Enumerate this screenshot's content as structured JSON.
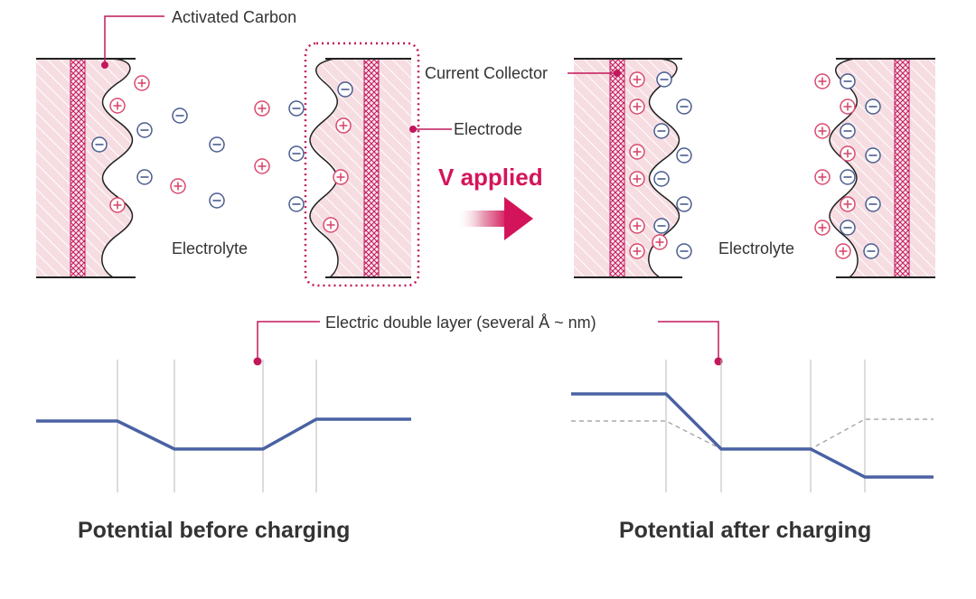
{
  "labels": {
    "activated_carbon": "Activated Carbon",
    "current_collector": "Current Collector",
    "electrode": "Electrode",
    "v_applied": "V applied",
    "electrolyte": "Electrolyte",
    "double_layer": "Electric double layer (several Å ~ nm)",
    "before_title": "Potential before charging",
    "after_title": "Potential after charging"
  },
  "ion_symbols": {
    "positive": "+",
    "negative": "−"
  },
  "colors": {
    "electrode_fill": "#f6dde2",
    "accent": "#d4145a",
    "positive_ion": "#d94a6e",
    "negative_ion": "#4a5d8f",
    "potential_line": "#4a62a3",
    "outline": "#222222"
  },
  "icons": {
    "arrow": "arrow-right-icon",
    "positive_ion": "plus-circle-icon",
    "negative_ion": "minus-circle-icon"
  }
}
